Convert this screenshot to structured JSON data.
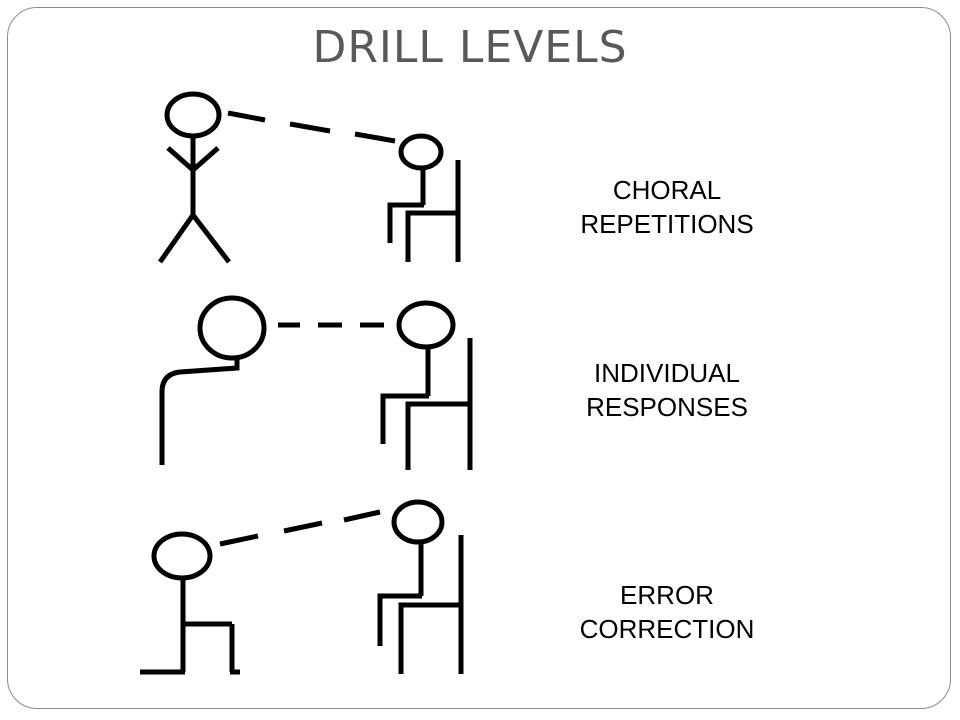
{
  "slide": {
    "title": "DRILL LEVELS"
  },
  "levels": [
    {
      "line1": "CHORAL",
      "line2": "REPETITIONS"
    },
    {
      "line1": "INDIVIDUAL",
      "line2": "RESPONSES"
    },
    {
      "line1": "ERROR",
      "line2": "CORRECTION"
    }
  ]
}
